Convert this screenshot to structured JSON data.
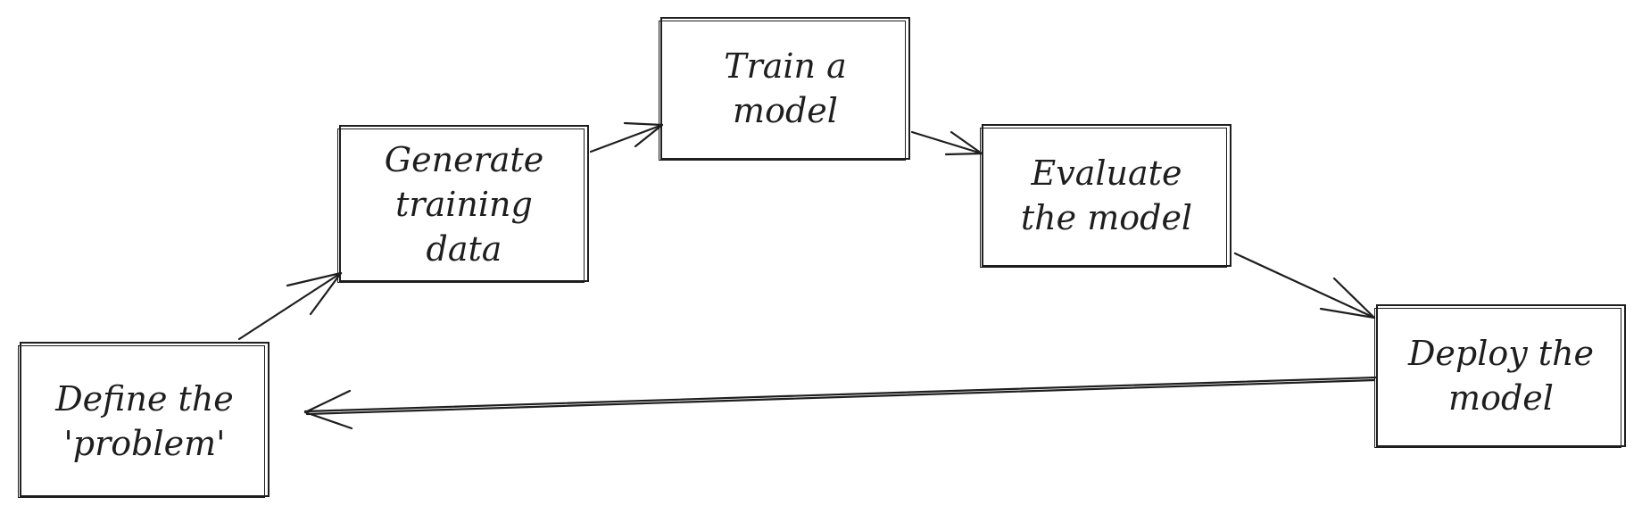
{
  "diagram": {
    "steps": [
      {
        "id": "define",
        "lines": [
          "Define the",
          "'problem'"
        ]
      },
      {
        "id": "generate",
        "lines": [
          "Generate",
          "training",
          "data"
        ]
      },
      {
        "id": "train",
        "lines": [
          "Train a",
          "model"
        ]
      },
      {
        "id": "evaluate",
        "lines": [
          "Evaluate",
          "the model"
        ]
      },
      {
        "id": "deploy",
        "lines": [
          "Deploy the",
          "model"
        ]
      }
    ],
    "connections": [
      {
        "from": "define",
        "to": "generate"
      },
      {
        "from": "generate",
        "to": "train"
      },
      {
        "from": "train",
        "to": "evaluate"
      },
      {
        "from": "evaluate",
        "to": "deploy"
      },
      {
        "from": "deploy",
        "to": "define"
      }
    ],
    "stroke_color": "#1e1e1e",
    "background_color": "#ffffff"
  }
}
